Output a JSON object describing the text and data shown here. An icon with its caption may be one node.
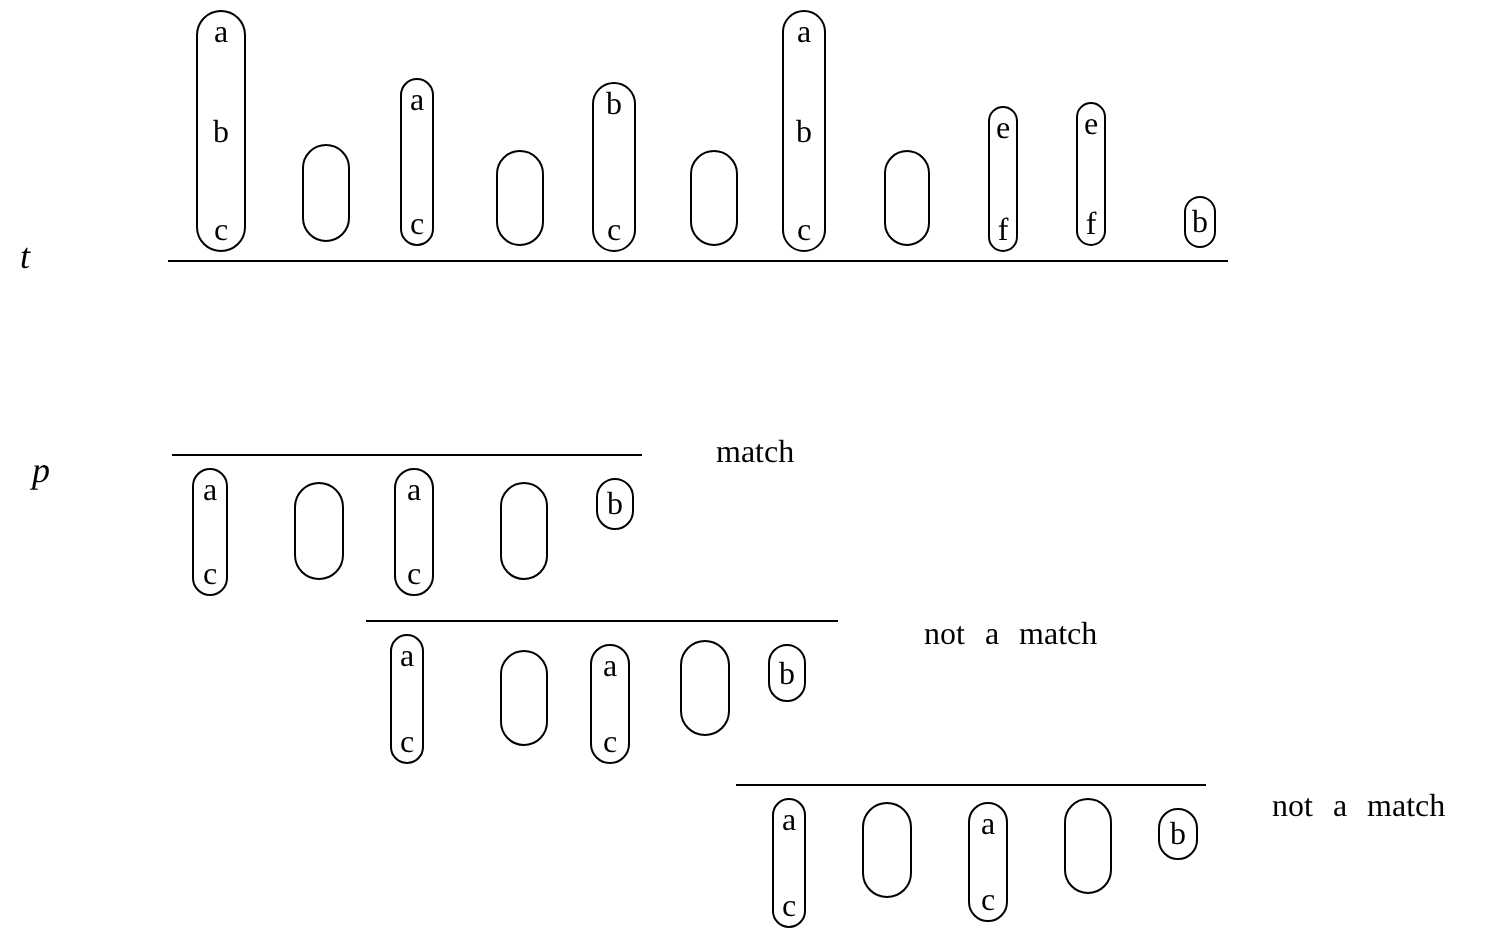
{
  "diagram": {
    "nodes": [
      {
        "text": [
          "a",
          "b",
          "c"
        ]
      },
      {
        "text": [],
        "shape": "capsule"
      },
      {
        "text": [
          "a",
          "c"
        ]
      },
      {
        "text": [],
        "shape": "capsule"
      },
      {
        "text": [
          "b",
          "c"
        ]
      },
      {
        "text": [],
        "shape": "capsule"
      },
      {
        "text": [
          "a",
          "b",
          "c"
        ]
      },
      {
        "text": [],
        "shape": "capsule"
      },
      {
        "text": [
          "e",
          "f"
        ]
      },
      {
        "text": [
          "e",
          "f"
        ]
      },
      {
        "text": [
          "b"
        ]
      },
      {
        "text": [
          "a",
          "c"
        ]
      },
      {
        "text": [],
        "shape": "capsule"
      },
      {
        "text": [
          "a",
          "c"
        ]
      },
      {
        "text": [],
        "shape": "capsule"
      },
      {
        "text": [
          "b"
        ]
      },
      {
        "text": [
          "a",
          "c"
        ]
      },
      {
        "text": [],
        "shape": "capsule"
      },
      {
        "text": [
          "a",
          "c"
        ]
      },
      {
        "text": [],
        "shape": "capsule"
      },
      {
        "text": [
          "b"
        ]
      },
      {
        "text": [
          "a",
          "c"
        ]
      },
      {
        "text": [],
        "shape": "capsule"
      },
      {
        "text": [
          "a",
          "c"
        ]
      },
      {
        "text": [],
        "shape": "capsule"
      },
      {
        "text": [
          "b"
        ]
      }
    ],
    "labels": [
      "t",
      "p",
      "match",
      "not a match",
      "not a match"
    ]
  }
}
